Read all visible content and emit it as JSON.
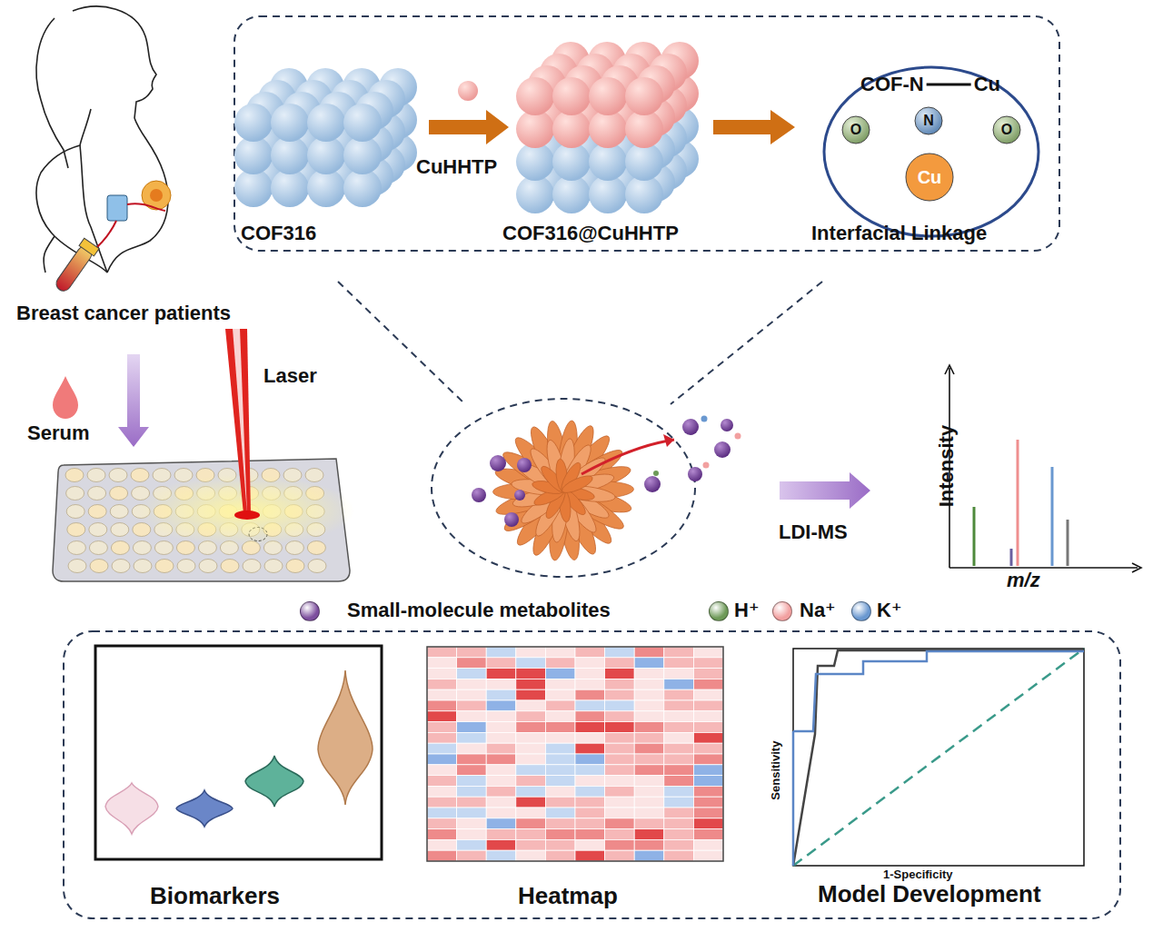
{
  "diagram": {
    "nodes": [
      {
        "text": [
          "COF-N",
          "Cu"
        ]
      },
      {
        "text": [
          "O"
        ],
        "in": 0
      },
      {
        "text": [
          "N"
        ],
        "in": 0
      },
      {
        "text": [
          "O"
        ],
        "in": 0
      },
      {
        "text": [
          "Cu"
        ],
        "in": 0
      }
    ],
    "edges": [
      {
        "from": 1,
        "to": 4,
        "arrow": "none"
      },
      {
        "from": 2,
        "to": 4,
        "arrow": "none"
      },
      {
        "from": 3,
        "to": 4,
        "arrow": "none"
      }
    ],
    "labels": [
      "COF316",
      "CuHHTP",
      "COF316@CuHHTP",
      "Interfacial Linkage",
      "Breast cancer patients",
      "Laser",
      "Serum",
      "LDI-MS",
      "Intensity",
      "m/z",
      "Sensitivity",
      "1-Specificity",
      "Biomarkers",
      "Heatmap",
      "Model Development"
    ],
    "legend": [
      {
        "text": "Small-molecule metabolites",
        "color": "#7d4f9e"
      },
      {
        "text": "H⁺",
        "color": "#6e9a58"
      },
      {
        "text": "Na⁺",
        "color": "#f2a0a0"
      },
      {
        "text": "K⁺",
        "color": "#6a98d0"
      }
    ]
  }
}
